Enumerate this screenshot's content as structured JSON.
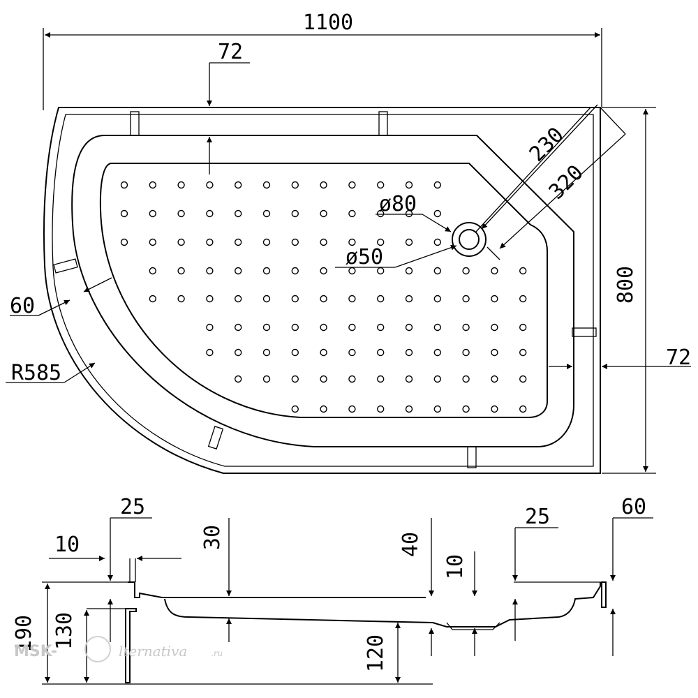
{
  "plan_view": {
    "dims": {
      "overall_width": "1100",
      "overall_depth": "800",
      "top_rim": "72",
      "right_rim": "72",
      "left_rim": "60",
      "radius": "R585",
      "diag_230": "230",
      "diag_320": "320",
      "drain_outer": "ø80",
      "drain_inner": "ø50"
    }
  },
  "section_view": {
    "dims": {
      "total_height": "190",
      "inner_height": "130",
      "lip_left": "25",
      "step_left": "10",
      "depth_left": "30",
      "floor_height": "120",
      "depth_right": "40",
      "step_right": "10",
      "lip_right": "25",
      "rim_right": "60"
    }
  },
  "watermark": {
    "brand": "MSK-",
    "tail": "lternativa",
    "domain": ".ru"
  }
}
